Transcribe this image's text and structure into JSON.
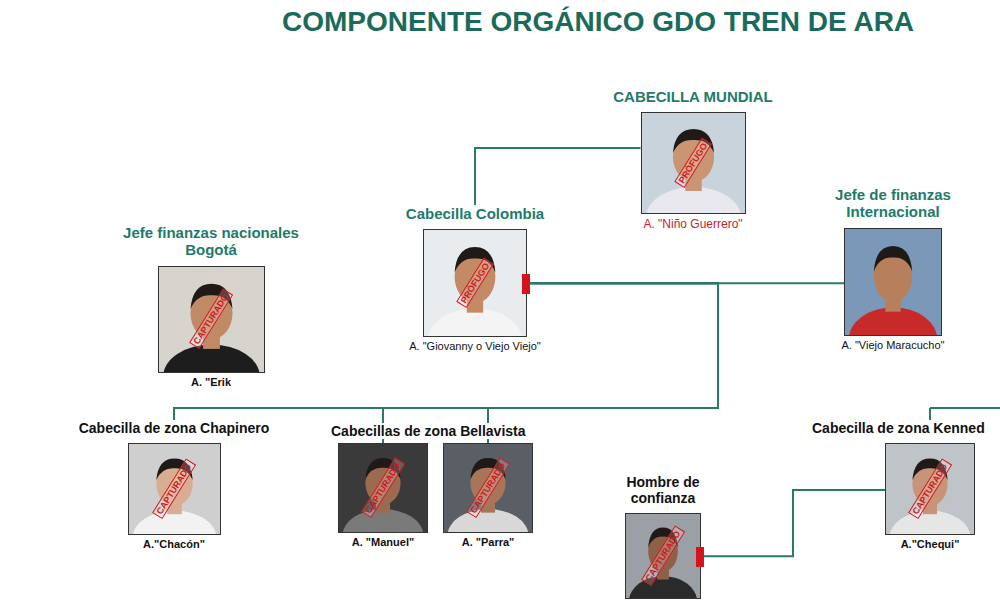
{
  "diagram": {
    "title": "COMPONENTE ORGÁNICO GDO TREN DE ARA",
    "nodes": [
      {
        "text": [
          "CABECILLA MUNDIAL",
          "PRÓFUGO",
          "A. \"Niño Guerrero\""
        ]
      },
      {
        "text": [
          "Cabecilla Colombia",
          "PRÓFUGO",
          "A. \"Giovanny o Viejo Viejo\""
        ]
      },
      {
        "text": [
          "Jefe de finanzas Internacional",
          "A. \"Viejo Maracucho\""
        ]
      },
      {
        "text": [
          "Jefe finanzas nacionales Bogotá",
          "CAPTURADO",
          "A. \"Erik"
        ]
      },
      {
        "text": [
          "Cabecilla de zona Chapinero",
          "CAPTURADO",
          "A.\"Chacón\""
        ]
      },
      {
        "text": [
          "CAPTURADO",
          "A. \"Manuel\""
        ]
      },
      {
        "text": [
          "CAPTURADO",
          "A. \"Parra\""
        ]
      },
      {
        "text": [
          "Hombre de confianza",
          "CAPTURADO"
        ]
      },
      {
        "text": [
          "Cabecilla de zona Kenned",
          "CAPTURADO",
          "A.\"Chequi\""
        ]
      }
    ],
    "edges": [
      {
        "from": 0,
        "to": 1,
        "arrow": "none"
      },
      {
        "from": 1,
        "to": 2,
        "arrow": "none"
      },
      {
        "from": 1,
        "to": 4,
        "arrow": "none"
      },
      {
        "from": 1,
        "to": 5,
        "arrow": "none"
      },
      {
        "from": 1,
        "to": 6,
        "arrow": "none"
      },
      {
        "from": 7,
        "to": 8,
        "arrow": "none"
      }
    ],
    "labels": [
      "Cabecillas de zona Bellavista"
    ]
  }
}
